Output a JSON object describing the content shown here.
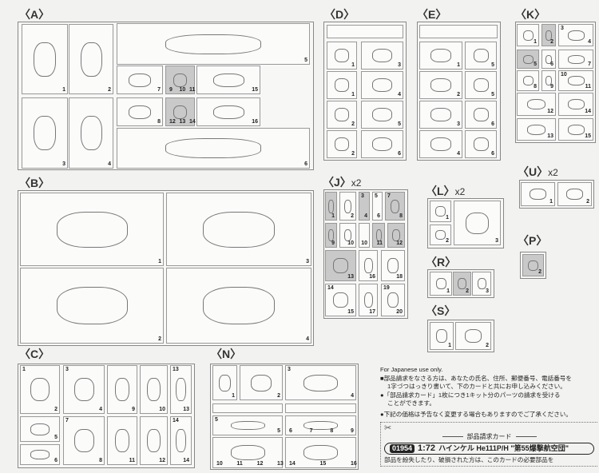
{
  "sprues": [
    {
      "id": "A",
      "label": "〈A〉",
      "mult": "",
      "cells": [
        {
          "nums": [
            "1"
          ]
        },
        {
          "nums": [
            "2"
          ]
        },
        {
          "nums": [
            "3"
          ]
        },
        {
          "nums": [
            "4"
          ]
        },
        {
          "nums": [
            "5"
          ]
        },
        {
          "nums": [
            "6"
          ]
        },
        {
          "nums": [
            "7"
          ]
        },
        {
          "nums": [
            "9",
            "10",
            "11"
          ],
          "grey": true
        },
        {
          "nums": [
            "15"
          ]
        },
        {
          "nums": [
            "8"
          ]
        },
        {
          "nums": [
            "12",
            "13",
            "14"
          ],
          "grey": true
        },
        {
          "nums": [
            "16"
          ]
        }
      ]
    },
    {
      "id": "B",
      "label": "〈B〉",
      "mult": "",
      "cells": [
        {
          "nums": [
            "1"
          ]
        },
        {
          "nums": [
            "3"
          ]
        },
        {
          "nums": [
            "2"
          ]
        },
        {
          "nums": [
            "4"
          ]
        }
      ]
    },
    {
      "id": "C",
      "label": "〈C〉",
      "mult": "",
      "cells": [
        {
          "nums": [
            "1",
            "2"
          ]
        },
        {
          "nums": [
            "3",
            "4"
          ]
        },
        {
          "nums": [
            "9"
          ]
        },
        {
          "nums": [
            "10"
          ]
        },
        {
          "nums": [
            "13",
            "13"
          ]
        },
        {
          "nums": [
            "5"
          ]
        },
        {
          "nums": [
            "6"
          ]
        },
        {
          "nums": [
            "7",
            "8"
          ]
        },
        {
          "nums": [
            "11"
          ]
        },
        {
          "nums": [
            "12"
          ]
        },
        {
          "nums": [
            "14",
            "14"
          ]
        }
      ]
    },
    {
      "id": "N",
      "label": "〈N〉",
      "mult": "",
      "cells": [
        {
          "nums": [
            "1"
          ]
        },
        {
          "nums": [
            "2"
          ]
        },
        {
          "nums": [
            "3",
            "4"
          ]
        },
        {
          "nums": []
        },
        {
          "nums": []
        },
        {
          "nums": [
            "5",
            "5"
          ]
        },
        {
          "nums": [
            "6",
            "7",
            "8",
            "9"
          ]
        },
        {
          "nums": [
            "10",
            "11",
            "12",
            "13"
          ]
        },
        {
          "nums": [
            "14",
            "15",
            "16"
          ]
        }
      ]
    },
    {
      "id": "D",
      "label": "〈D〉",
      "mult": "",
      "cells": [
        {
          "nums": []
        },
        {
          "nums": [
            "1"
          ]
        },
        {
          "nums": [
            "3"
          ]
        },
        {
          "nums": [
            "1"
          ]
        },
        {
          "nums": [
            "4"
          ]
        },
        {
          "nums": [
            "2"
          ]
        },
        {
          "nums": [
            "5"
          ]
        },
        {
          "nums": [
            "2"
          ]
        },
        {
          "nums": [
            "6"
          ]
        }
      ]
    },
    {
      "id": "E",
      "label": "〈E〉",
      "mult": "",
      "cells": [
        {
          "nums": []
        },
        {
          "nums": [
            "1"
          ]
        },
        {
          "nums": [
            "5"
          ]
        },
        {
          "nums": [
            "2"
          ]
        },
        {
          "nums": [
            "5"
          ]
        },
        {
          "nums": [
            "3"
          ]
        },
        {
          "nums": [
            "6"
          ]
        },
        {
          "nums": [
            "4"
          ]
        },
        {
          "nums": [
            "6"
          ]
        }
      ]
    },
    {
      "id": "K",
      "label": "〈K〉",
      "mult": "",
      "cells": [
        {
          "nums": [
            "1"
          ]
        },
        {
          "nums": [
            "2"
          ],
          "grey": true
        },
        {
          "nums": [
            "3",
            "4"
          ]
        },
        {
          "nums": [
            "5"
          ],
          "grey": true
        },
        {
          "nums": [
            "6"
          ]
        },
        {
          "nums": [
            "7"
          ]
        },
        {
          "nums": [
            "8"
          ]
        },
        {
          "nums": [
            "9"
          ]
        },
        {
          "nums": [
            "10",
            "11"
          ]
        },
        {
          "nums": [
            "12"
          ]
        },
        {
          "nums": [
            "14"
          ]
        },
        {
          "nums": [
            "13"
          ]
        },
        {
          "nums": [
            "15"
          ]
        }
      ]
    },
    {
      "id": "U",
      "label": "〈U〉",
      "mult": "x2",
      "cells": [
        {
          "nums": [
            "1"
          ]
        },
        {
          "nums": [
            "2"
          ]
        }
      ]
    },
    {
      "id": "J",
      "label": "〈J〉",
      "mult": "x2",
      "cells": [
        {
          "nums": [
            "1"
          ],
          "grey": true
        },
        {
          "nums": [
            "2"
          ]
        },
        {
          "nums": [
            "3",
            "4"
          ],
          "grey": true
        },
        {
          "nums": [
            "5",
            "6"
          ]
        },
        {
          "nums": [
            "7",
            "8"
          ],
          "grey": true
        },
        {
          "nums": [
            "9"
          ],
          "grey": true
        },
        {
          "nums": [
            "10"
          ]
        },
        {
          "nums": [
            "10"
          ]
        },
        {
          "nums": [
            "11"
          ],
          "grey": true
        },
        {
          "nums": [
            "12"
          ],
          "grey": true
        },
        {
          "nums": [
            "13"
          ],
          "grey": true
        },
        {
          "nums": [
            "16"
          ]
        },
        {
          "nums": [
            "18"
          ]
        },
        {
          "nums": [
            "14",
            "15"
          ]
        },
        {
          "nums": [
            "17"
          ]
        },
        {
          "nums": [
            "19",
            "20"
          ]
        }
      ]
    },
    {
      "id": "L",
      "label": "〈L〉",
      "mult": "x2",
      "cells": [
        {
          "nums": [
            "1"
          ]
        },
        {
          "nums": [
            "2"
          ]
        },
        {
          "nums": [
            "3"
          ]
        }
      ]
    },
    {
      "id": "R",
      "label": "〈R〉",
      "mult": "",
      "cells": [
        {
          "nums": [
            "1"
          ]
        },
        {
          "nums": [
            "2"
          ],
          "grey": true
        },
        {
          "nums": [
            "3"
          ]
        }
      ]
    },
    {
      "id": "S",
      "label": "〈S〉",
      "mult": "",
      "cells": [
        {
          "nums": [
            "1"
          ]
        },
        {
          "nums": [
            "2"
          ]
        }
      ]
    },
    {
      "id": "P",
      "label": "〈P〉",
      "mult": "",
      "cells": [
        {
          "nums": [
            "2"
          ],
          "grey": true
        }
      ]
    }
  ],
  "notes": {
    "english": "For Japanese use only.",
    "line1": "■部品請求をなさる方は、あなたの氏名、住所、郵便番号、電話番号を",
    "line2": "1字づつはっきり書いて、下のカードと共にお申し込みください。",
    "line3": "●「部品請求カード」1枚につき1キット分のパーツの請求を受ける",
    "line4": "ことができます。",
    "line5": "●下記の価格は予告なく変更する場合もありますのでご了承ください。",
    "card_title": "部品請求カード",
    "kit_code": "01954",
    "kit_scale": "1:72",
    "kit_name": "ハインケル He111P/H \"第55爆撃航空団\"",
    "card_text": "部品を紛失したり、破損された方は、このカードの必要部品を"
  }
}
